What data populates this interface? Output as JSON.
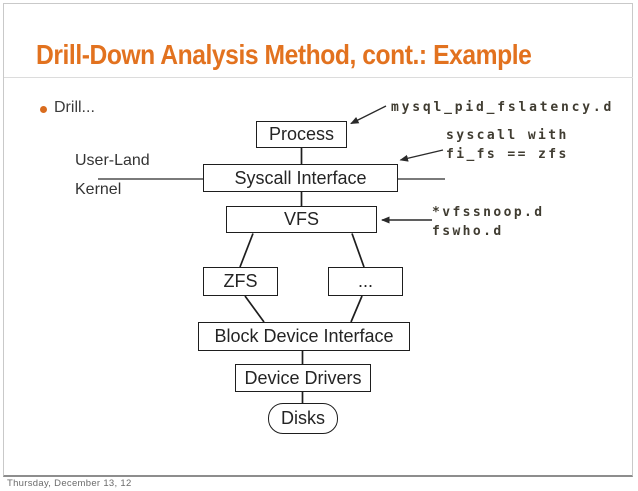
{
  "slide": {
    "title": "Drill-Down Analysis Method, cont.: Example",
    "bullet_text": "Drill...",
    "footer": "Thursday, December 13, 12"
  },
  "colors": {
    "accent_orange": "#e2721f",
    "bullet_orange": "#d96c1e",
    "box_border": "#1e1e1e",
    "annotation_text": "#403c31"
  },
  "diagram": {
    "labels": {
      "user_land": "User-Land",
      "kernel": "Kernel"
    },
    "boxes": {
      "process": "Process",
      "syscall_interface": "Syscall Interface",
      "vfs": "VFS",
      "zfs": "ZFS",
      "other_fs": "...",
      "block_device_interface": "Block Device Interface",
      "device_drivers": "Device Drivers",
      "disks": "Disks"
    },
    "annotations": {
      "mysql_script": "mysql_pid_fslatency.d",
      "syscall_filter_line1": "syscall with",
      "syscall_filter_line2": "fi_fs == zfs",
      "vfs_tools_line1": "*vfssnoop.d",
      "vfs_tools_line2": "fswho.d"
    }
  }
}
